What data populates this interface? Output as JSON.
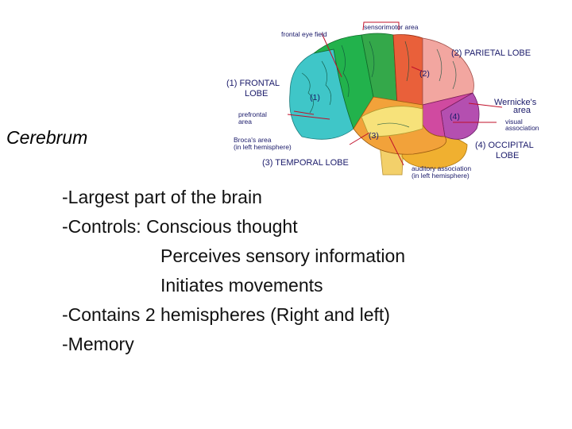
{
  "slide": {
    "title": "Cerebrum",
    "bullets": [
      "-Largest part of the brain",
      "-Controls: Conscious thought",
      "Perceives sensory information",
      "Initiates movements",
      "-Contains 2 hemispheres (Right and left)",
      "-Memory"
    ]
  },
  "diagram": {
    "labels": {
      "sensorimotor": "sensorimotor area",
      "frontal_eye": "frontal eye field",
      "parietal": "(2) PARIETAL LOBE",
      "frontal_1": "(1) FRONTAL",
      "frontal_2": "LOBE",
      "prefrontal_1": "prefrontal",
      "prefrontal_2": "area",
      "broca_1": "Broca's area",
      "broca_2": "(in left hemisphere)",
      "temporal": "(3) TEMPORAL LOBE",
      "auditory_1": "auditory association",
      "auditory_2": "(in left hemisphere)",
      "wernicke_1": "Wernicke's",
      "wernicke_2": "area",
      "visual_1": "visual",
      "visual_2": "association",
      "occipital_1": "(4) OCCIPITAL",
      "occipital_2": "LOBE",
      "n1": "(1)",
      "n2": "(2)",
      "n3": "(3)",
      "n4": "(4)"
    },
    "colors": {
      "prefrontal": "#3fc6c8",
      "frontal_green": "#22b24c",
      "motor": "#34a84a",
      "sensory": "#e9603a",
      "parietal": "#f2a6a0",
      "occipital": "#b44fb0",
      "wernicke": "#d04aa0",
      "temporal": "#f2a23a",
      "auditory": "#f7e27a",
      "cerebellum": "#f0b030",
      "stem": "#f3d06a",
      "pointer": "#c0102a"
    }
  }
}
